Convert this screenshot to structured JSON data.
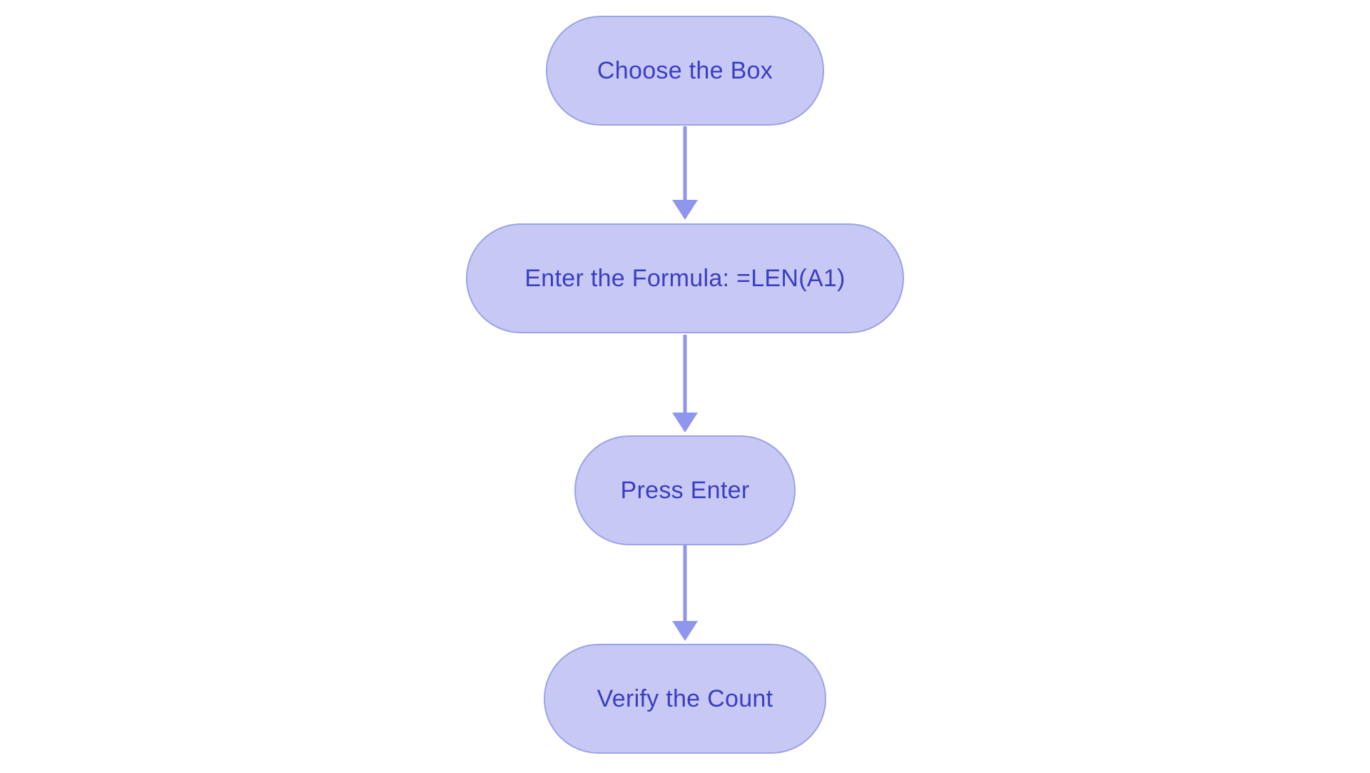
{
  "diagram": {
    "type": "flowchart",
    "direction": "top-down",
    "nodes": [
      {
        "id": "choose-box",
        "label": "Choose the Box"
      },
      {
        "id": "enter-formula",
        "label": "Enter the Formula: =LEN(A1)"
      },
      {
        "id": "press-enter",
        "label": "Press Enter"
      },
      {
        "id": "verify-count",
        "label": "Verify the Count"
      }
    ],
    "edges": [
      {
        "from": "choose-box",
        "to": "enter-formula"
      },
      {
        "from": "enter-formula",
        "to": "press-enter"
      },
      {
        "from": "press-enter",
        "to": "verify-count"
      }
    ]
  },
  "colors": {
    "background": "#ffffff",
    "node_fill": "#c7c9f4",
    "node_border": "#9ca2ea",
    "node_text": "#3a3ec2",
    "arrow": "#8f96ee"
  }
}
